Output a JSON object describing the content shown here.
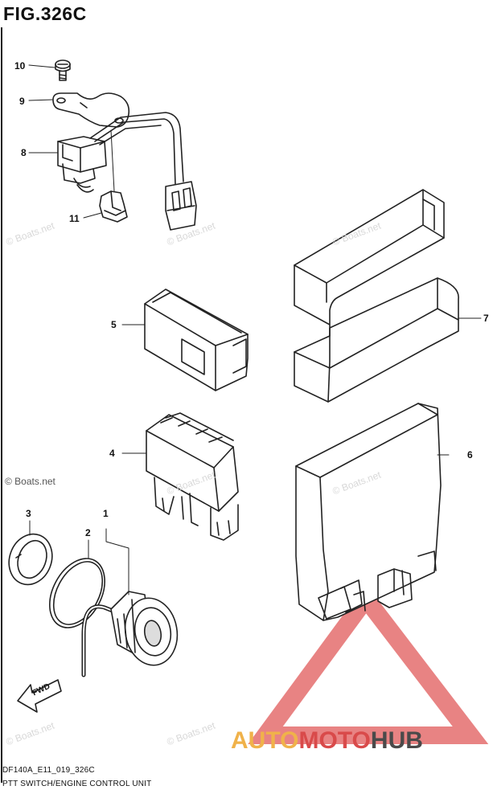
{
  "figure": {
    "title": "FIG.326C"
  },
  "callouts": {
    "c1": "1",
    "c2": "2",
    "c3": "3",
    "c4": "4",
    "c5": "5",
    "c6": "6",
    "c7": "7",
    "c8": "8",
    "c9": "9",
    "c10": "10",
    "c11": "11"
  },
  "watermarks": {
    "boats_strong": "© Boats.net",
    "boats": "© Boats.net"
  },
  "brand": {
    "part1": "AUTO",
    "part2": "MOTO",
    "part3": "HUB"
  },
  "footer": {
    "code": "DF140A_E11_019_326C",
    "caption": "PTT SWITCH/ENGINE CONTROL UNIT"
  },
  "colors": {
    "line": "#222222",
    "brand_red": "#e05a5a",
    "brand_gold": "#f0b24a",
    "brand_dark": "#4a4a4a"
  }
}
